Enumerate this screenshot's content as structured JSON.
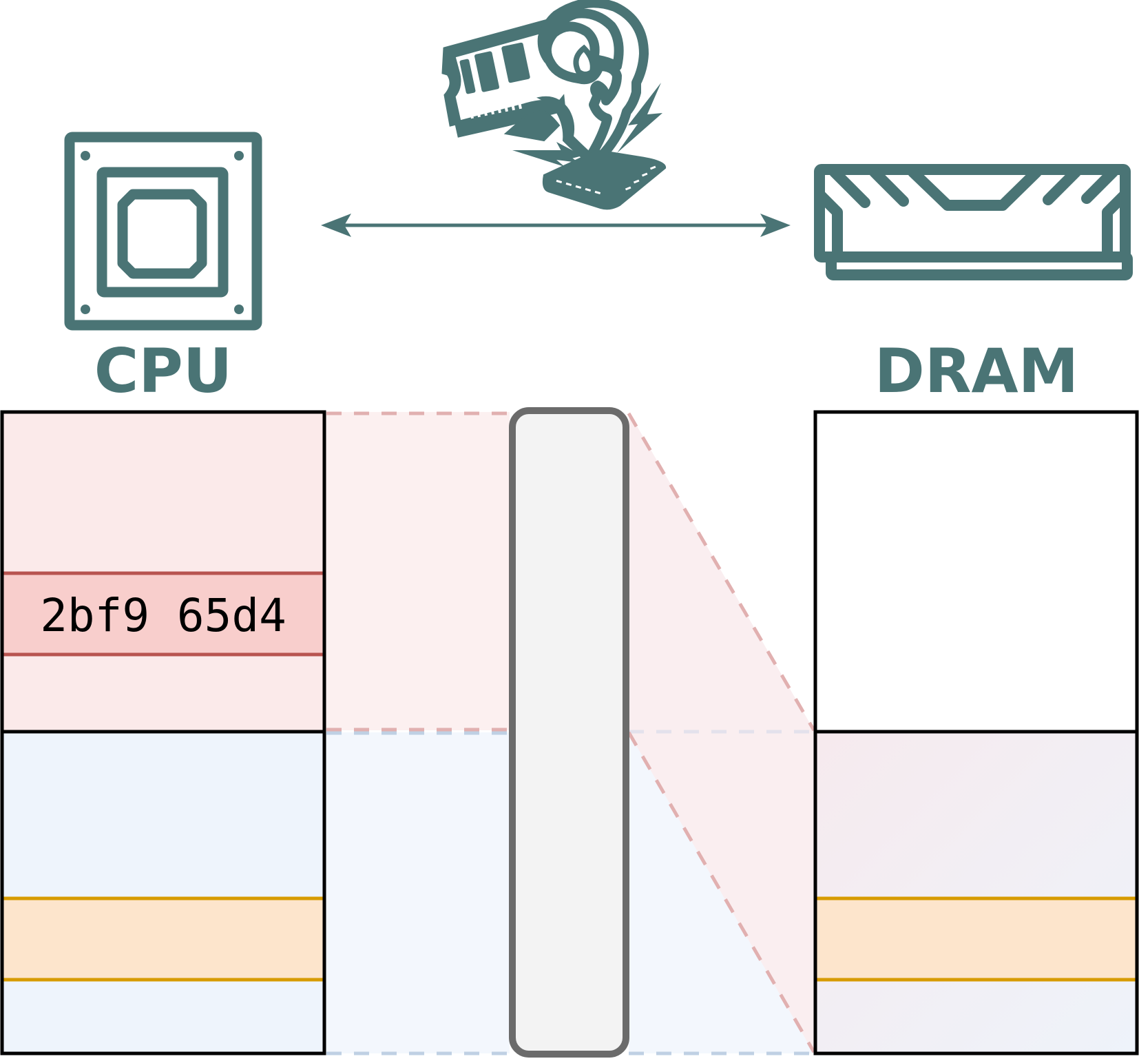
{
  "labels": {
    "cpu": "CPU",
    "dram": "DRAM",
    "cell_value": "2bf9 65d4"
  },
  "icons": {
    "cpu": "cpu-chip-icon",
    "dram": "ram-module-icon",
    "rambleed": "ram-ram-mascot-icon",
    "link": "double-arrow-icon"
  },
  "colors": {
    "accent": "#4a7475",
    "red_fill": "#f8cecc",
    "red_stroke": "#b85450",
    "pink_region": "#fbeaea",
    "blue_region": "#eef4fc",
    "orange_fill": "#fde5cc",
    "orange_stroke": "#d79b00",
    "bus_fill": "#f3f3f3",
    "bus_stroke": "#6b6b6b"
  }
}
